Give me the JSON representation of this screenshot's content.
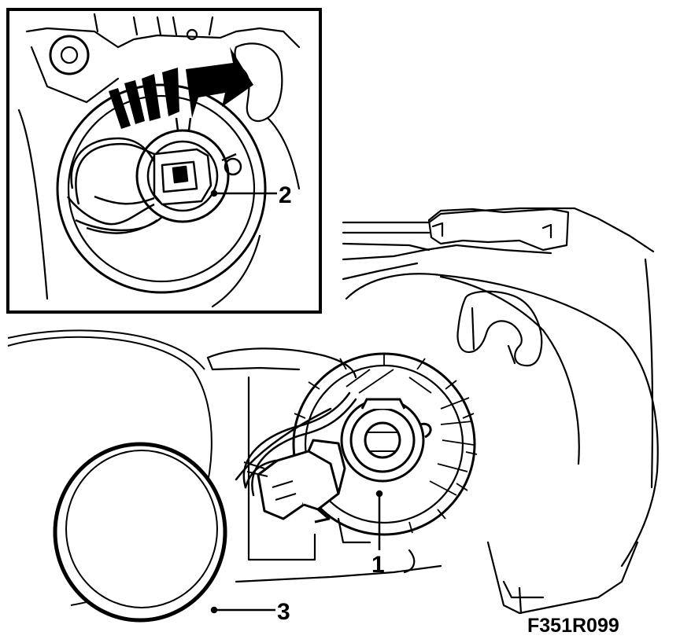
{
  "callouts": {
    "c1": "1",
    "c2": "2",
    "c3": "3"
  },
  "figure_code": "F351R099",
  "colors": {
    "ink": "#000000",
    "paper": "#ffffff"
  }
}
